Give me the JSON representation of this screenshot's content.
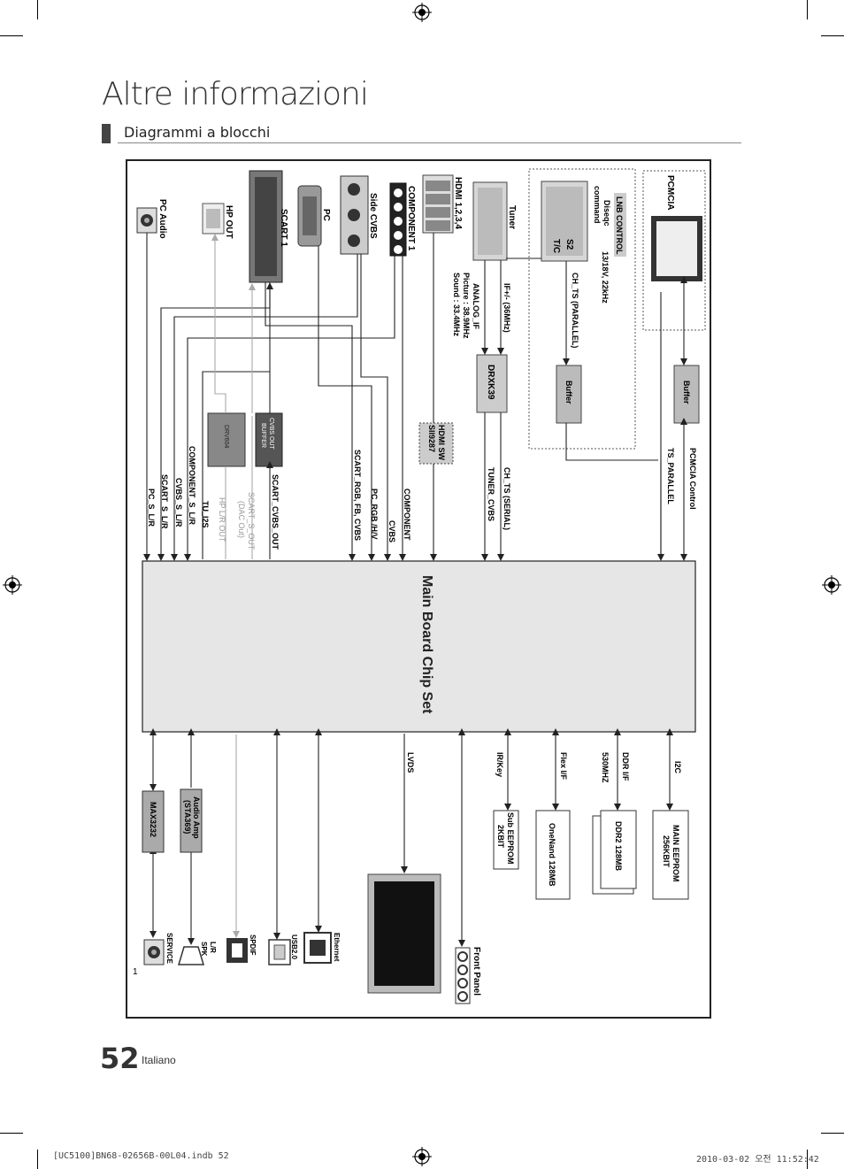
{
  "page": {
    "title": "Altre informazioni",
    "section": "Diagrammi a blocchi",
    "page_number": "52",
    "language": "Italiano",
    "footer_left": "[UC5100]BN68-02656B-00L04.indb   52",
    "footer_right": "2010-03-02   오전 11:52:42",
    "corner_mark": "1"
  },
  "diagram": {
    "main_chip": "Main Board Chip Set",
    "connectors": {
      "pc_audio": "PC Audio",
      "hp_out": "HP OUT",
      "scart": "SCART 1",
      "pc": "PC",
      "side_cvbs": "Side CVBS",
      "component": "COMPONENT 1",
      "hdmi": "HDMI 1,2,3,4",
      "tuner": "Tuner",
      "pcmcia": "PCMCIA",
      "lnb_control": "LNB CONTROL",
      "diseqc": "Diseqc",
      "command": "command",
      "s2": "S2",
      "tc": "T/C"
    },
    "blocks": {
      "drxk39": "DRXK39",
      "buffer_top": "Buffer",
      "buffer_mid": "Buffer",
      "hdmi_sw_1": "HDMI SW",
      "hdmi_sw_2": "SII9287",
      "cvbs_out_1": "CVBS OUT",
      "cvbs_out_2": "BUFFER",
      "drv604": "DRV604",
      "max3232": "MAX3232",
      "audio_amp_1": "Audio Amp",
      "audio_amp_2": "(STA369)",
      "main_eeprom_1": "MAIN EEPROM",
      "main_eeprom_2": "256KBIT",
      "ddr2": "DDR2 128MB",
      "onenand": "OneNand 128MB",
      "sub_eeprom_1": "Sub EEPROM",
      "sub_eeprom_2": "2KBIT"
    },
    "signals_top": {
      "v13_18": "13/18V, 22kHz",
      "ch_ts_parallel": "CH_TS (PARALLEL)",
      "if_36": "IF+/- (36MHz)",
      "analog_if": "ANALOG_IF",
      "picture": "Picture : 38.9MHz",
      "sound": "Sound : 33.4MHz",
      "pcmcia_control": "PCMCIA Control",
      "ts_parallel": "TS_PARALLEL",
      "ch_ts_serial": "CH_TS (SERIAL)",
      "tuner_cvbs": "TUNER_CVBS",
      "component": "COMPONENT",
      "cvbs": "CVBS",
      "pc_rgb": "PC_RGB /H/V",
      "scart_rgb": "SCART_RGB, FB, CVBS",
      "scart_cvbs_out": "SCART_CVBS_OUT",
      "scart_s_out": "SCART_S_OUT",
      "dac_out": "(DAC Out)",
      "hp_lr_out": "HP L/R OUT",
      "tu_i2s": "TU_I2S",
      "component_s_lr": "COMPONENT_S_L/R",
      "cvbs_s_lr": "CVBS_S_L/R",
      "scart_s_lr": "SCART_S_L/R",
      "pc_s_lr": "PC_S_L/R"
    },
    "signals_bottom": {
      "i2c": "I2C",
      "ddr_if": "DDR I/F",
      "mhz530": "530MHZ",
      "flex_if": "Flex I/F",
      "ir_key": "IR/Key",
      "lvds": "LVDS"
    },
    "outputs": {
      "front_panel": "Front Panel",
      "ethernet": "Ethernet",
      "usb": "USB2.0",
      "spdif": "SPDIF",
      "lr": "L/R",
      "spk": "SPK",
      "service": "SERVICE"
    }
  }
}
